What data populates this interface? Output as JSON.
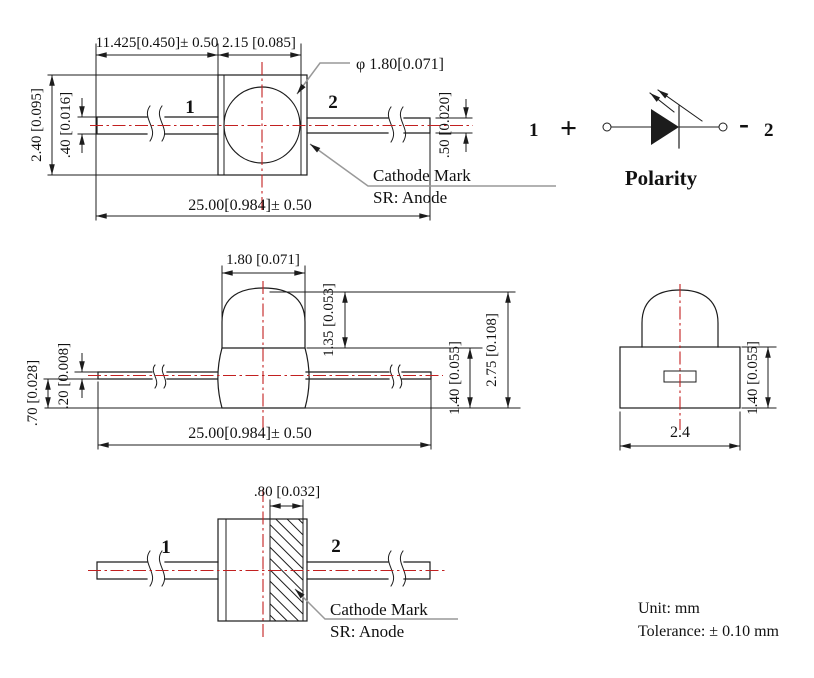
{
  "colors": {
    "line": "#1c1c1c",
    "centerline": "#c22020",
    "leader": "#999999",
    "background": "#ffffff"
  },
  "top_view": {
    "pin1": "1",
    "pin2": "2",
    "dim_lead_section": "11.425[0.450]± 0.50",
    "dim_body_length": "2.15 [0.085]",
    "dim_lens_diameter": "φ 1.80[0.071]",
    "dim_body_width": "2.40 [0.095]",
    "dim_lead1_width": ".40 [0.016]",
    "dim_lead2_width": ".50 [0.020]",
    "dim_total_length": "25.00[0.984]± 0.50",
    "cathode_note_line1": "Cathode Mark",
    "cathode_note_line2": "SR: Anode"
  },
  "polarity": {
    "pin1": "1",
    "plus_sign": "+",
    "minus_sign": "-",
    "pin2": "2",
    "label": "Polarity"
  },
  "side_view": {
    "dim_lens_width": "1.80 [0.071]",
    "dim_lens_height": "1.35 [0.053]",
    "dim_body_height": "1.40 [0.055]",
    "dim_total_height": "2.75 [0.108]",
    "dim_lead_thickness": ".20 [0.008]",
    "dim_lead_offset": ".70 [0.028]",
    "dim_total_length": "25.00[0.984]± 0.50"
  },
  "end_view": {
    "dim_body_height": "1.40 [0.055]",
    "dim_body_width": "2.4"
  },
  "bottom_view": {
    "pin1": "1",
    "pin2": "2",
    "dim_cathode_band": ".80 [0.032]",
    "cathode_note_line1": "Cathode Mark",
    "cathode_note_line2": "SR: Anode"
  },
  "notes": {
    "unit": "Unit: mm",
    "tolerance": "Tolerance: ± 0.10 mm"
  }
}
